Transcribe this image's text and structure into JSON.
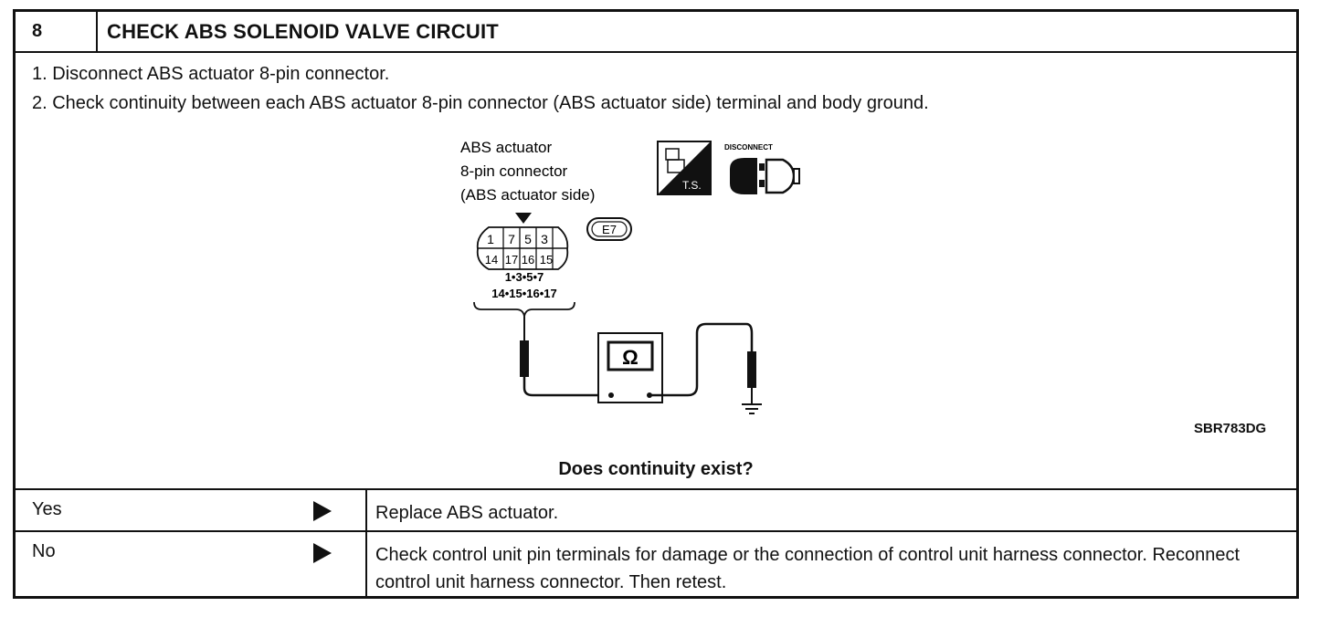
{
  "header": {
    "number": "8",
    "title": "CHECK ABS SOLENOID VALVE CIRCUIT"
  },
  "steps": [
    "1.  Disconnect ABS actuator 8-pin connector.",
    "2.  Check continuity between each ABS actuator 8-pin connector (ABS actuator side) terminal and body ground."
  ],
  "diagram": {
    "connector_label": [
      "ABS actuator",
      "8-pin connector",
      "(ABS actuator side)"
    ],
    "connector_code": "E7",
    "pins_top": [
      "1",
      "7",
      "5",
      "3"
    ],
    "pins_bottom": [
      "14",
      "17",
      "16",
      "15"
    ],
    "terminals_line1": "1•3•5•7",
    "terminals_line2": "14•15•16•17",
    "ts_label": "T.S.",
    "disconnect_label": "DISCONNECT",
    "meter_symbol": "Ω",
    "figure_id": "SBR783DG"
  },
  "question": "Does continuity exist?",
  "results": [
    {
      "answer": "Yes",
      "action": "Replace ABS actuator."
    },
    {
      "answer": "No",
      "action": "Check control unit pin terminals for damage or the connection of control unit harness connector. Reconnect control unit harness connector. Then retest."
    }
  ]
}
